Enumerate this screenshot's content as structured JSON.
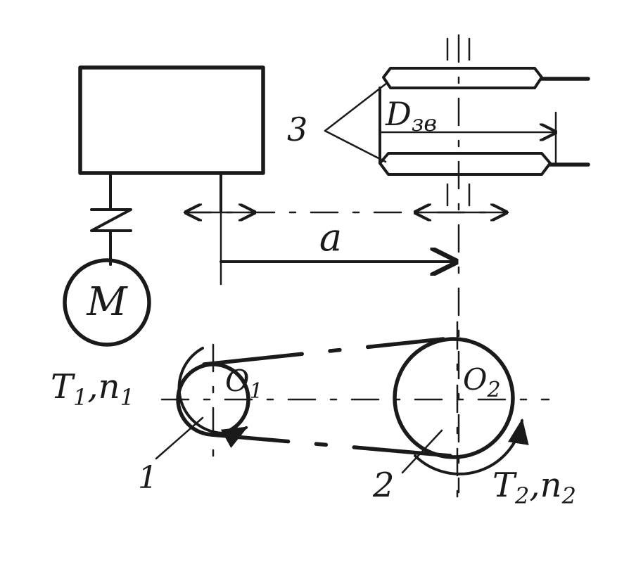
{
  "labels": {
    "motor": "M",
    "spindle_label": "3",
    "diameter": "D",
    "diameter_sub": "зв",
    "center_distance": "a",
    "pulley1_center": "O",
    "pulley1_center_sub": "1",
    "pulley2_center": "O",
    "pulley2_center_sub": "2",
    "input_T": "T",
    "input_T_sub": "1",
    "input_n": "n",
    "input_n_sub": "1",
    "output_T": "T",
    "output_T_sub": "2",
    "output_n": "n",
    "output_n_sub": "2",
    "pulley1_num": "1",
    "pulley2_num": "2"
  },
  "colors": {
    "ink": "#1a1a1a",
    "paper": "#ffffff"
  }
}
